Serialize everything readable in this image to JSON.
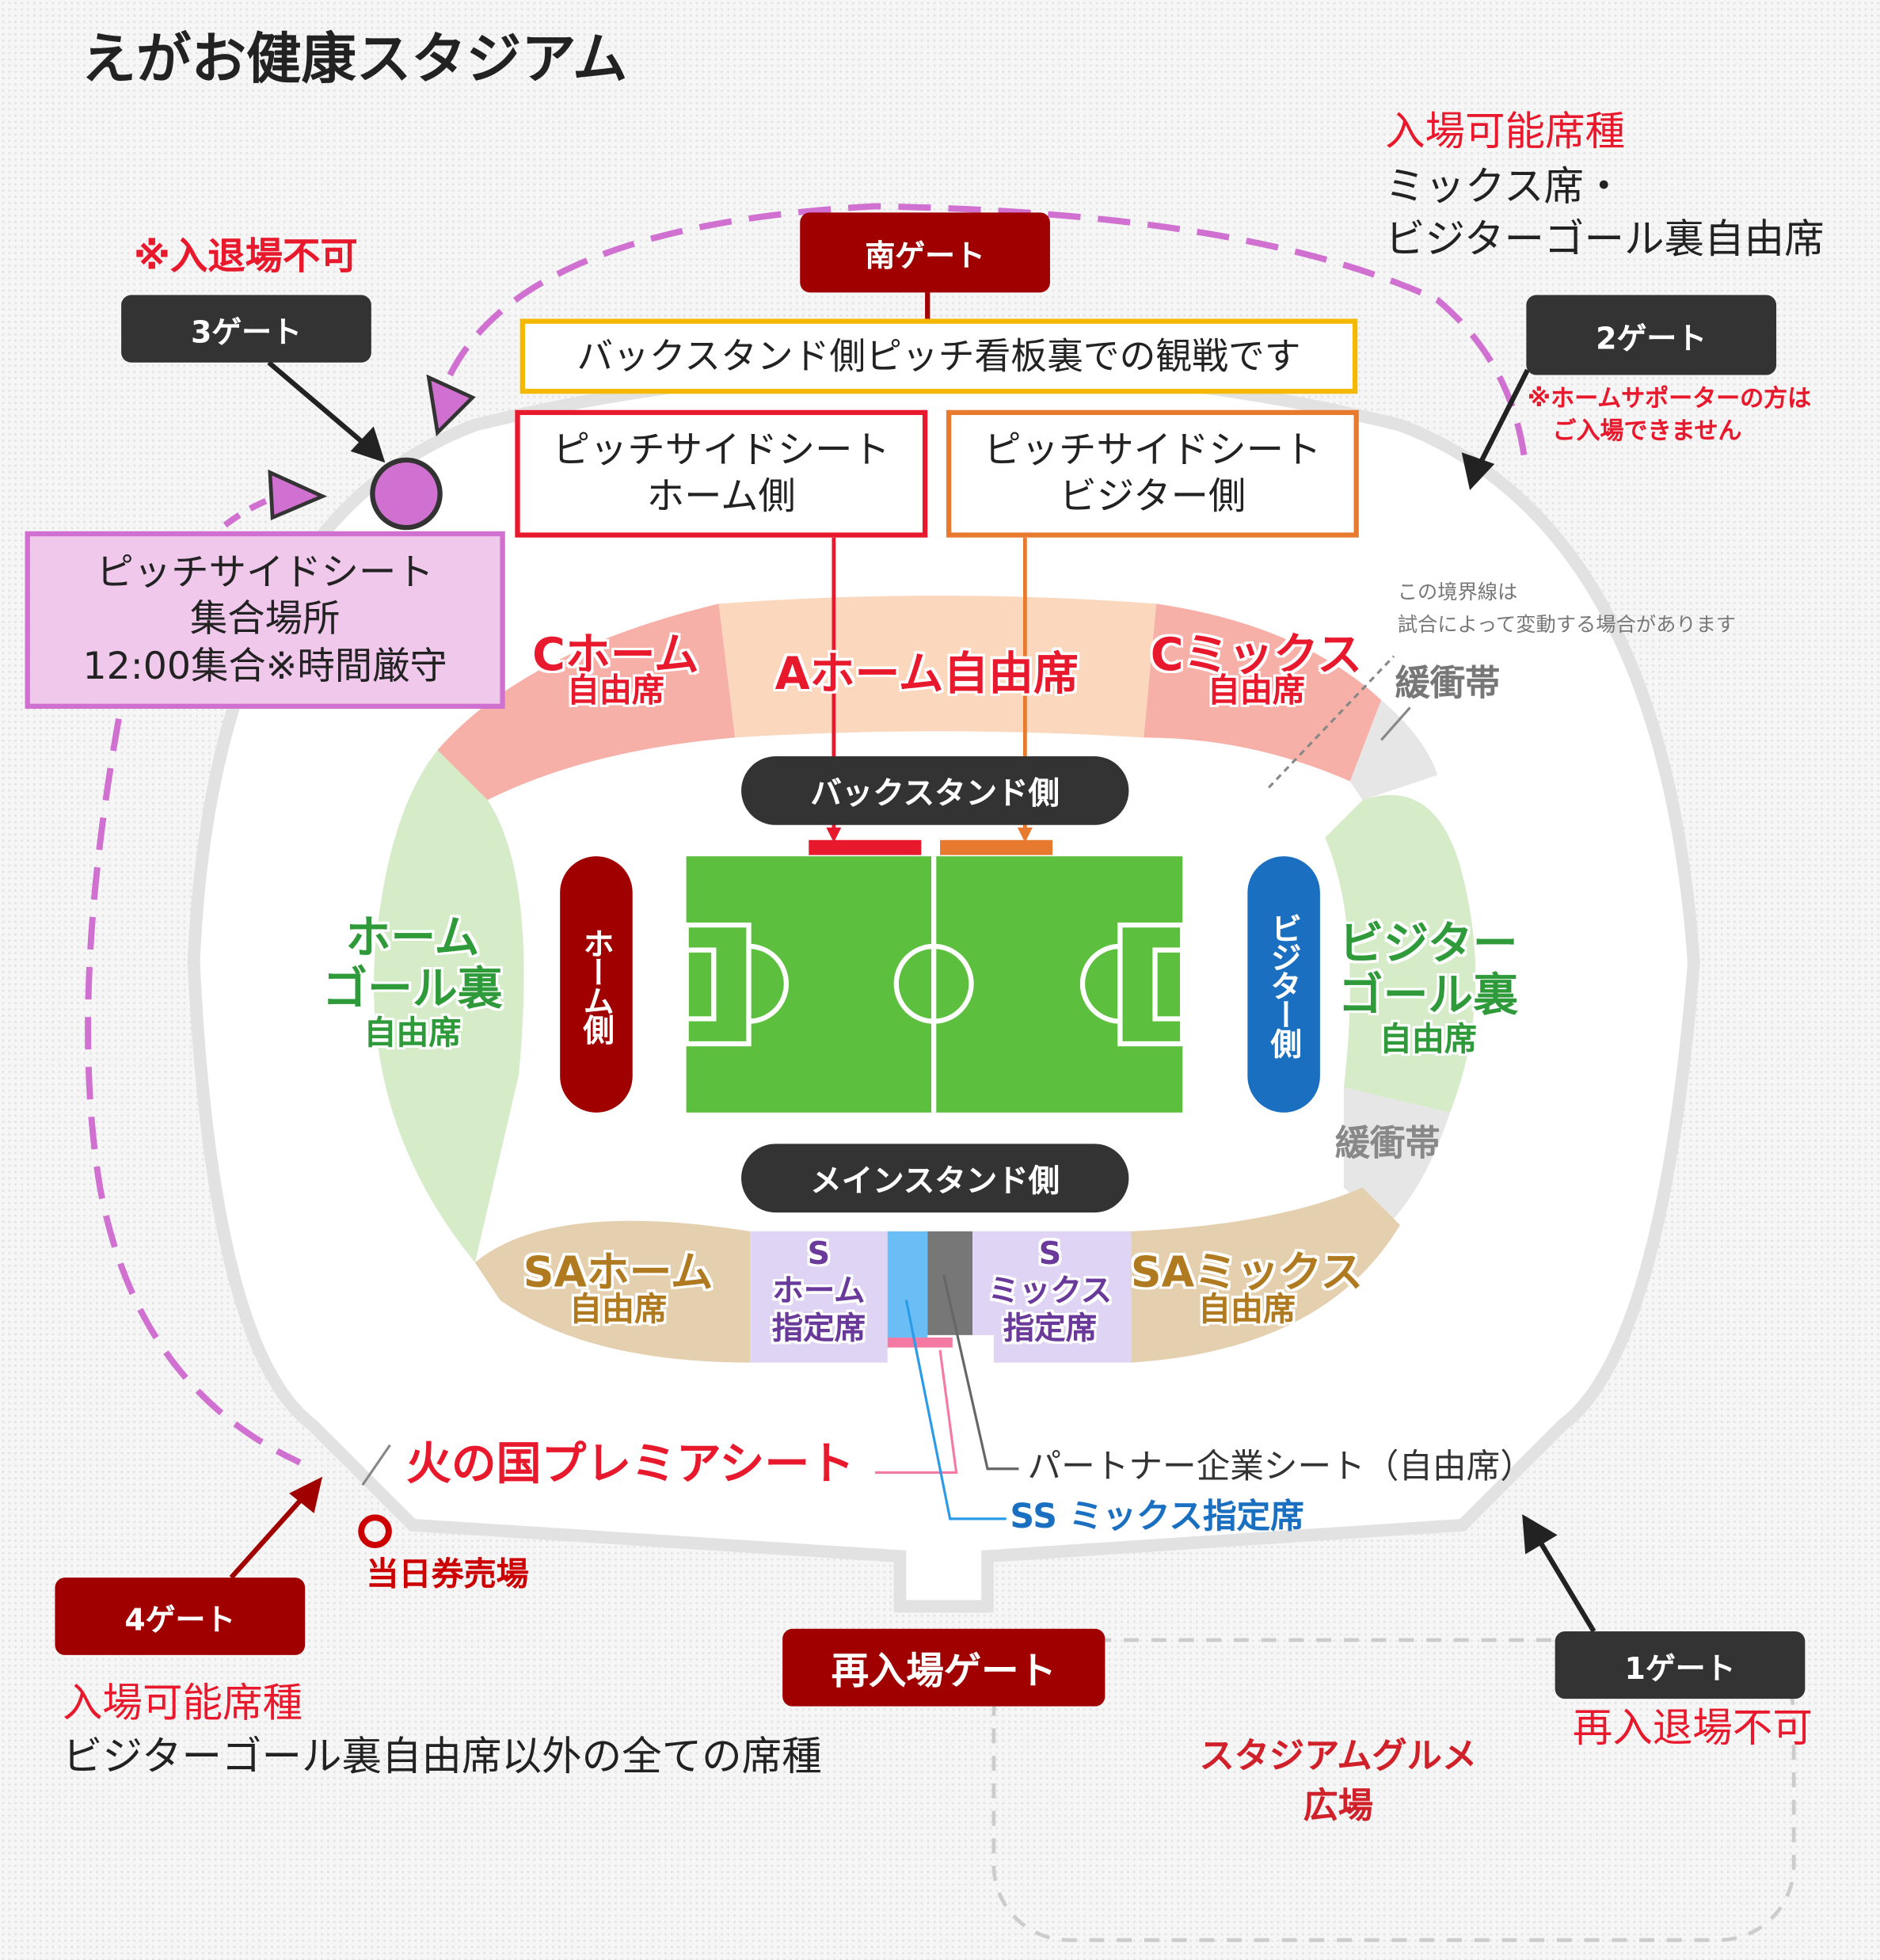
{
  "title": "えがお健康スタジアム",
  "top_right": {
    "heading": "入場可能席種",
    "line1": "ミックス席・",
    "line2": "ビジターゴール裏自由席"
  },
  "gate3": {
    "note": "※入退場不可",
    "label": "3ゲート"
  },
  "south_gate": "南ゲート",
  "gate2": {
    "label": "2ゲート",
    "note1": "※ホームサポーターの方は",
    "note2": "ご入場できません"
  },
  "callouts": {
    "back_stand_note": "バックスタンド側ピッチ看板裏での観戦です",
    "pitchside_home": {
      "line1": "ピッチサイドシート",
      "line2": "ホーム側"
    },
    "pitchside_visitor": {
      "line1": "ピッチサイドシート",
      "line2": "ビジター側"
    },
    "meeting": {
      "line1": "ピッチサイドシート",
      "line2": "集合場所",
      "line3": "12:00集合※時間厳守"
    }
  },
  "boundary_note": {
    "line1": "この境界線は",
    "line2": "試合によって変動する場合があります"
  },
  "buffer_label": "緩衝帯",
  "buffer_label2": "緩衝帯",
  "sections": {
    "c_home": {
      "main": "Cホーム",
      "sub": "自由席"
    },
    "a_home": "Aホーム自由席",
    "c_mix": {
      "main": "Cミックス",
      "sub": "自由席"
    },
    "home_goal": {
      "l1": "ホーム",
      "l2": "ゴール裏",
      "sub": "自由席"
    },
    "visitor_goal": {
      "l1": "ビジター",
      "l2": "ゴール裏",
      "sub": "自由席"
    },
    "sa_home": {
      "main": "SAホーム",
      "sub": "自由席"
    },
    "s_home": {
      "l1": "S",
      "l2": "ホーム",
      "l3": "指定席"
    },
    "s_mix": {
      "l1": "S",
      "l2": "ミックス",
      "l3": "指定席"
    },
    "sa_mix": {
      "main": "SAミックス",
      "sub": "自由席"
    }
  },
  "stand_labels": {
    "back": "バックスタンド側",
    "main": "メインスタンド側",
    "home": "ホーム側",
    "visitor": "ビジター側"
  },
  "premier_seat": "火の国プレミアシート",
  "partner_seat": "パートナー企業シート（自由席）",
  "ss_mix": "SS ミックス指定席",
  "ticket_booth": "当日券売場",
  "gate4": {
    "label": "4ゲート",
    "heading": "入場可能席種",
    "text": "ビジターゴール裏自由席以外の全ての席種"
  },
  "reentry_gate": "再入場ゲート",
  "gate1": {
    "label": "1ゲート",
    "note": "再入退場不可"
  },
  "gourmet": {
    "line1": "スタジアムグルメ",
    "line2": "広場"
  },
  "colors": {
    "red": "#e8192c",
    "dark_red": "#a00000",
    "pitch": "#5cbf3e",
    "magenta": "#d070d0",
    "yellow": "#f5b800",
    "orange": "#e87a30",
    "blue": "#1a6fc0"
  }
}
